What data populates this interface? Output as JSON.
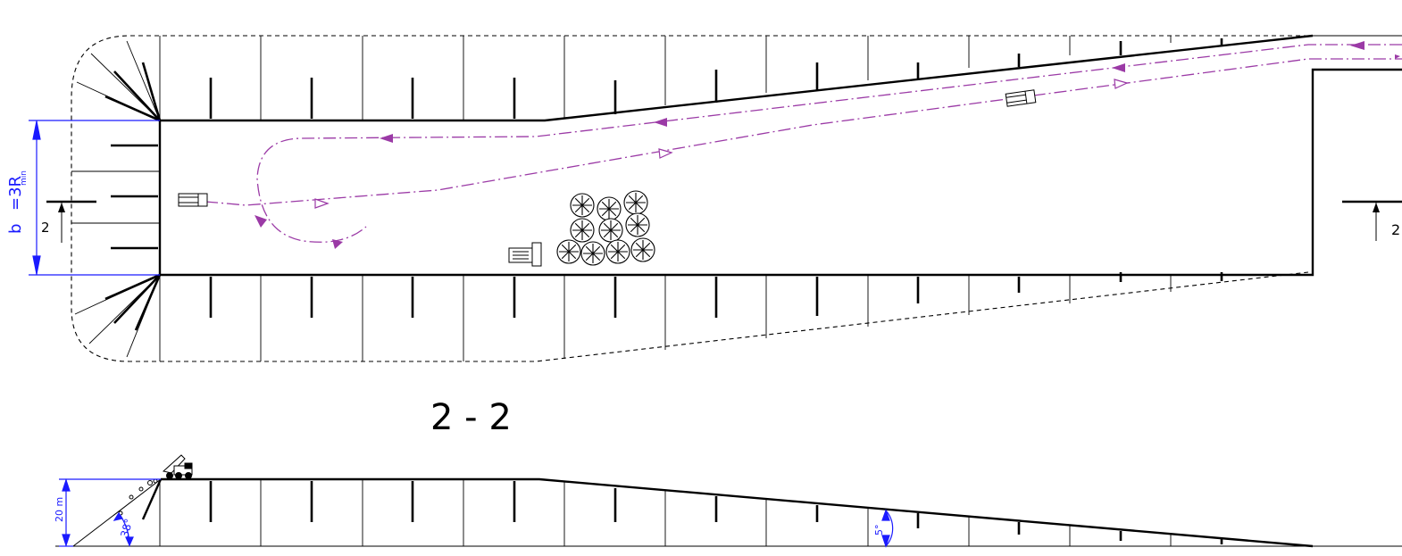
{
  "drawing": {
    "section_title": "2 - 2",
    "section_marker_left": "2",
    "section_marker_right": "2",
    "width_label": "b",
    "width_formula": "=3R",
    "width_subscript": "min",
    "height_label": "20 m",
    "slope_angle_label": "38°",
    "ramp_angle_label": "5°"
  },
  "colors": {
    "outline": "#000000",
    "dimension": "#1a1aff",
    "route": "#9b3aa6"
  },
  "icons": [
    "truck-icon",
    "excavator-icon",
    "log-pile-icon",
    "dump-truck-icon",
    "route-arrow-icon"
  ]
}
